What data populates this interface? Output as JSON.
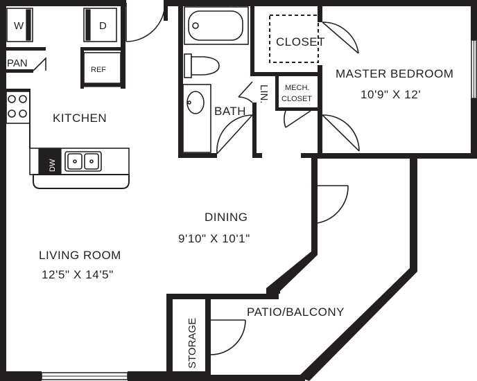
{
  "rooms": {
    "kitchen": "KITCHEN",
    "dining": "DINING",
    "dining_dim": "9'10\" X 10'1\"",
    "living": "LIVING ROOM",
    "living_dim": "12'5\" X 14'5\"",
    "master": "MASTER BEDROOM",
    "master_dim": "10'9\" X 12'",
    "bath": "BATH",
    "closet": "CLOSET",
    "mech_line1": "MECH.",
    "mech_line2": "CLOSET",
    "linen": "LIN.",
    "pantry": "PAN",
    "patio": "PATIO/BALCONY",
    "storage": "STORAGE"
  },
  "appliances": {
    "washer": "W",
    "dryer": "D",
    "fridge": "REF",
    "dishwasher": "DW"
  },
  "colors": {
    "wall": "#231f20",
    "background": "#ffffff"
  }
}
